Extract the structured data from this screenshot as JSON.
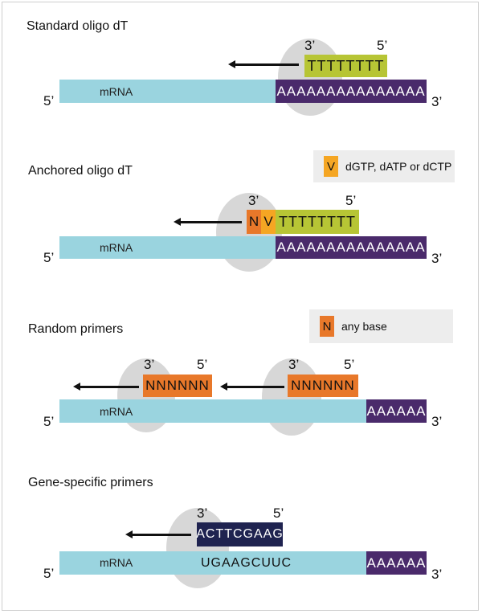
{
  "panels": {
    "standard": {
      "title": "Standard oligo dT",
      "mrna_label": "mRNA",
      "end_5": "5’",
      "end_3": "3’",
      "polya": "AAAAAAAAAAAAAAA",
      "primer": "TTTTTTTT",
      "primer_3": "3’",
      "primer_5": "5’"
    },
    "anchored": {
      "title": "Anchored oligo dT",
      "legend_symbol": "V",
      "legend_text": "dGTP, dATP or dCTP",
      "mrna_label": "mRNA",
      "end_5": "5’",
      "end_3": "3’",
      "polya": "AAAAAAAAAAAAAAA",
      "n_base": "N",
      "v_base": "V",
      "primer": "TTTTTTTT",
      "primer_3": "3’",
      "primer_5": "5’"
    },
    "random": {
      "title": "Random primers",
      "legend_symbol": "N",
      "legend_text": "any base",
      "mrna_label": "mRNA",
      "end_5": "5’",
      "end_3": "3’",
      "polya": "AAAAAA",
      "primer_a": "NNNNNN",
      "primer_b": "NNNNNN",
      "primer_a_3": "3’",
      "primer_a_5": "5’",
      "primer_b_3": "3’",
      "primer_b_5": "5’"
    },
    "gene": {
      "title": "Gene-specific primers",
      "mrna_label": "mRNA",
      "end_5": "5’",
      "end_3": "3’",
      "polya": "AAAAAA",
      "primer": "ACTTCGAAG",
      "target": "UGAAGCUUC",
      "primer_3": "3’",
      "primer_5": "5’"
    }
  },
  "colors": {
    "mrna": "#9ad4df",
    "polya": "#4a2a6b",
    "oligo_dt": "#b7c535",
    "n_base": "#e8782a",
    "v_base": "#f5a623",
    "gene_primer": "#1f2350",
    "enzyme": "#d5d5d5"
  }
}
